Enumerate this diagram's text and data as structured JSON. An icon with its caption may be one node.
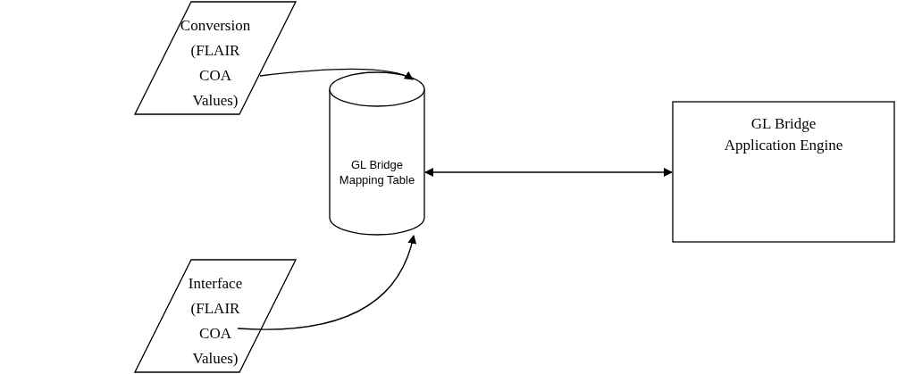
{
  "diagram": {
    "nodes": [
      {
        "text": [
          "Conversion (FLAIR COA Values)"
        ]
      },
      {
        "text": [
          "GL Bridge Mapping Table"
        ]
      },
      {
        "text": [
          "GL Bridge Application Engine"
        ]
      },
      {
        "text": [
          "Interface (FLAIR COA Values)"
        ]
      }
    ],
    "edges": [
      {
        "from": 0,
        "to": 1,
        "arrow": "to"
      },
      {
        "from": 3,
        "to": 1,
        "arrow": "to"
      },
      {
        "from": 1,
        "to": 2,
        "arrow": "both"
      }
    ]
  }
}
